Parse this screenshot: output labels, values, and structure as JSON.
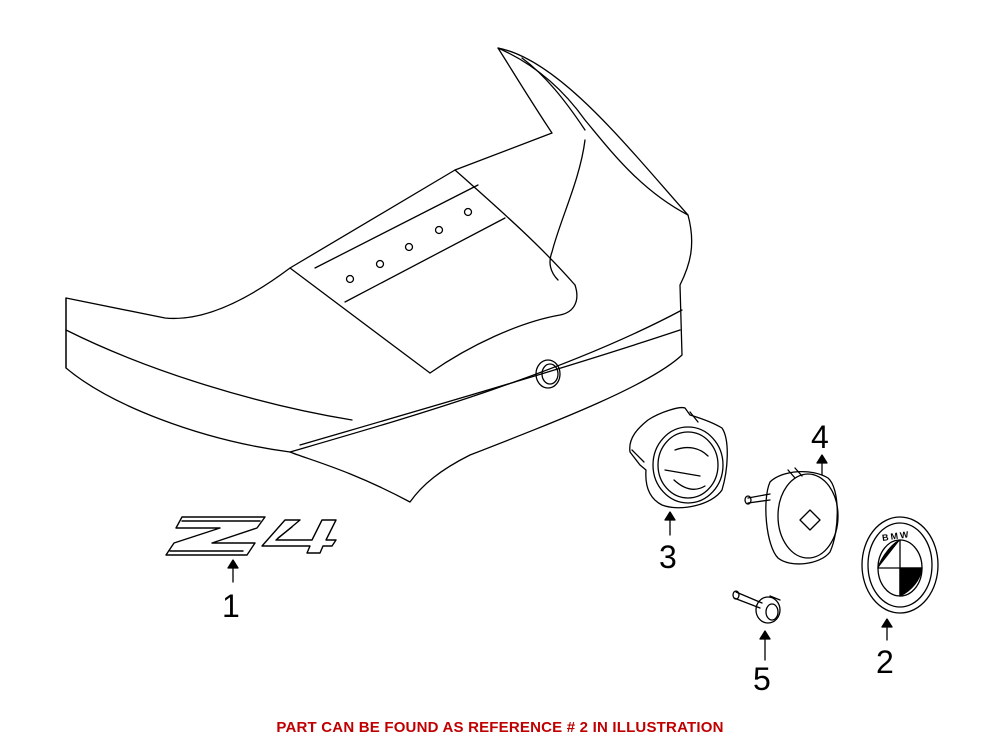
{
  "diagram": {
    "badge_text": "Z4",
    "callouts": [
      "1",
      "2",
      "3",
      "4",
      "5"
    ],
    "emblem_letters": "BMW"
  },
  "footer": {
    "note": "PART CAN BE FOUND AS REFERENCE # 2 IN ILLUSTRATION",
    "color": "#c00000"
  },
  "colors": {
    "line": "#000000",
    "background": "#ffffff"
  }
}
